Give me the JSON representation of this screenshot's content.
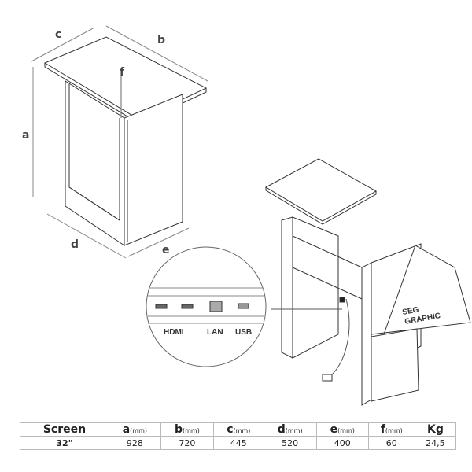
{
  "diagram": {
    "dimension_labels": {
      "a": "a",
      "b": "b",
      "c": "c",
      "d": "d",
      "e": "e",
      "f": "f"
    },
    "ports": {
      "hdmi": "HDMI",
      "lan": "LAN",
      "usb": "USB"
    },
    "seg_graphic": [
      "SEG",
      "GRAPHIC"
    ]
  },
  "spec_table": {
    "headers": [
      {
        "main": "Screen",
        "unit": ""
      },
      {
        "main": "a",
        "unit": "(mm)"
      },
      {
        "main": "b",
        "unit": "(mm)"
      },
      {
        "main": "c",
        "unit": "(mm)"
      },
      {
        "main": "d",
        "unit": "(mm)"
      },
      {
        "main": "e",
        "unit": "(mm)"
      },
      {
        "main": "f",
        "unit": "(mm)"
      },
      {
        "main": "Kg",
        "unit": ""
      }
    ],
    "row": [
      "32\"",
      "928",
      "720",
      "445",
      "520",
      "400",
      "60",
      "24,5"
    ]
  }
}
